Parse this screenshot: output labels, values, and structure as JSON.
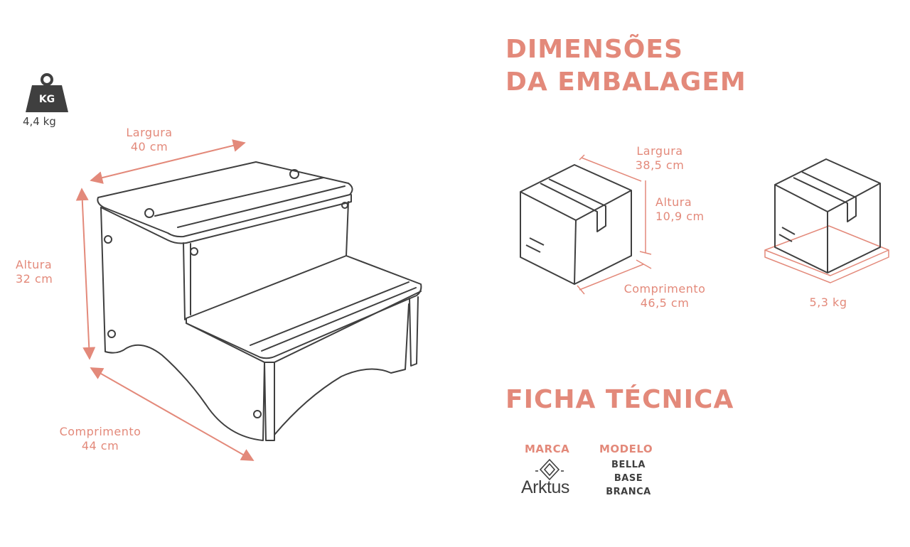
{
  "weight_icon": {
    "icon": "weight-kg-icon",
    "label": "KG",
    "value": "4,4 kg"
  },
  "product": {
    "largura": {
      "label": "Largura",
      "value": "40 cm"
    },
    "altura": {
      "label": "Altura",
      "value": "32 cm"
    },
    "comprimento": {
      "label": "Comprimento",
      "value": "44 cm"
    }
  },
  "packaging": {
    "title_line1": "DIMENSÕES",
    "title_line2": "DA EMBALAGEM",
    "largura": {
      "label": "Largura",
      "value": "38,5 cm"
    },
    "altura": {
      "label": "Altura",
      "value": "10,9 cm"
    },
    "comprimento": {
      "label": "Comprimento",
      "value": "46,5 cm"
    },
    "weight": "5,3 kg"
  },
  "ficha": {
    "title": "FICHA TÉCNICA",
    "marca_label": "MARCA",
    "brand_name": "Arktus",
    "modelo_label": "MODELO",
    "modelo_lines": [
      "BELLA",
      "BASE",
      "BRANCA"
    ]
  },
  "colors": {
    "accent": "#e3897a",
    "line": "#3f3f3f"
  }
}
